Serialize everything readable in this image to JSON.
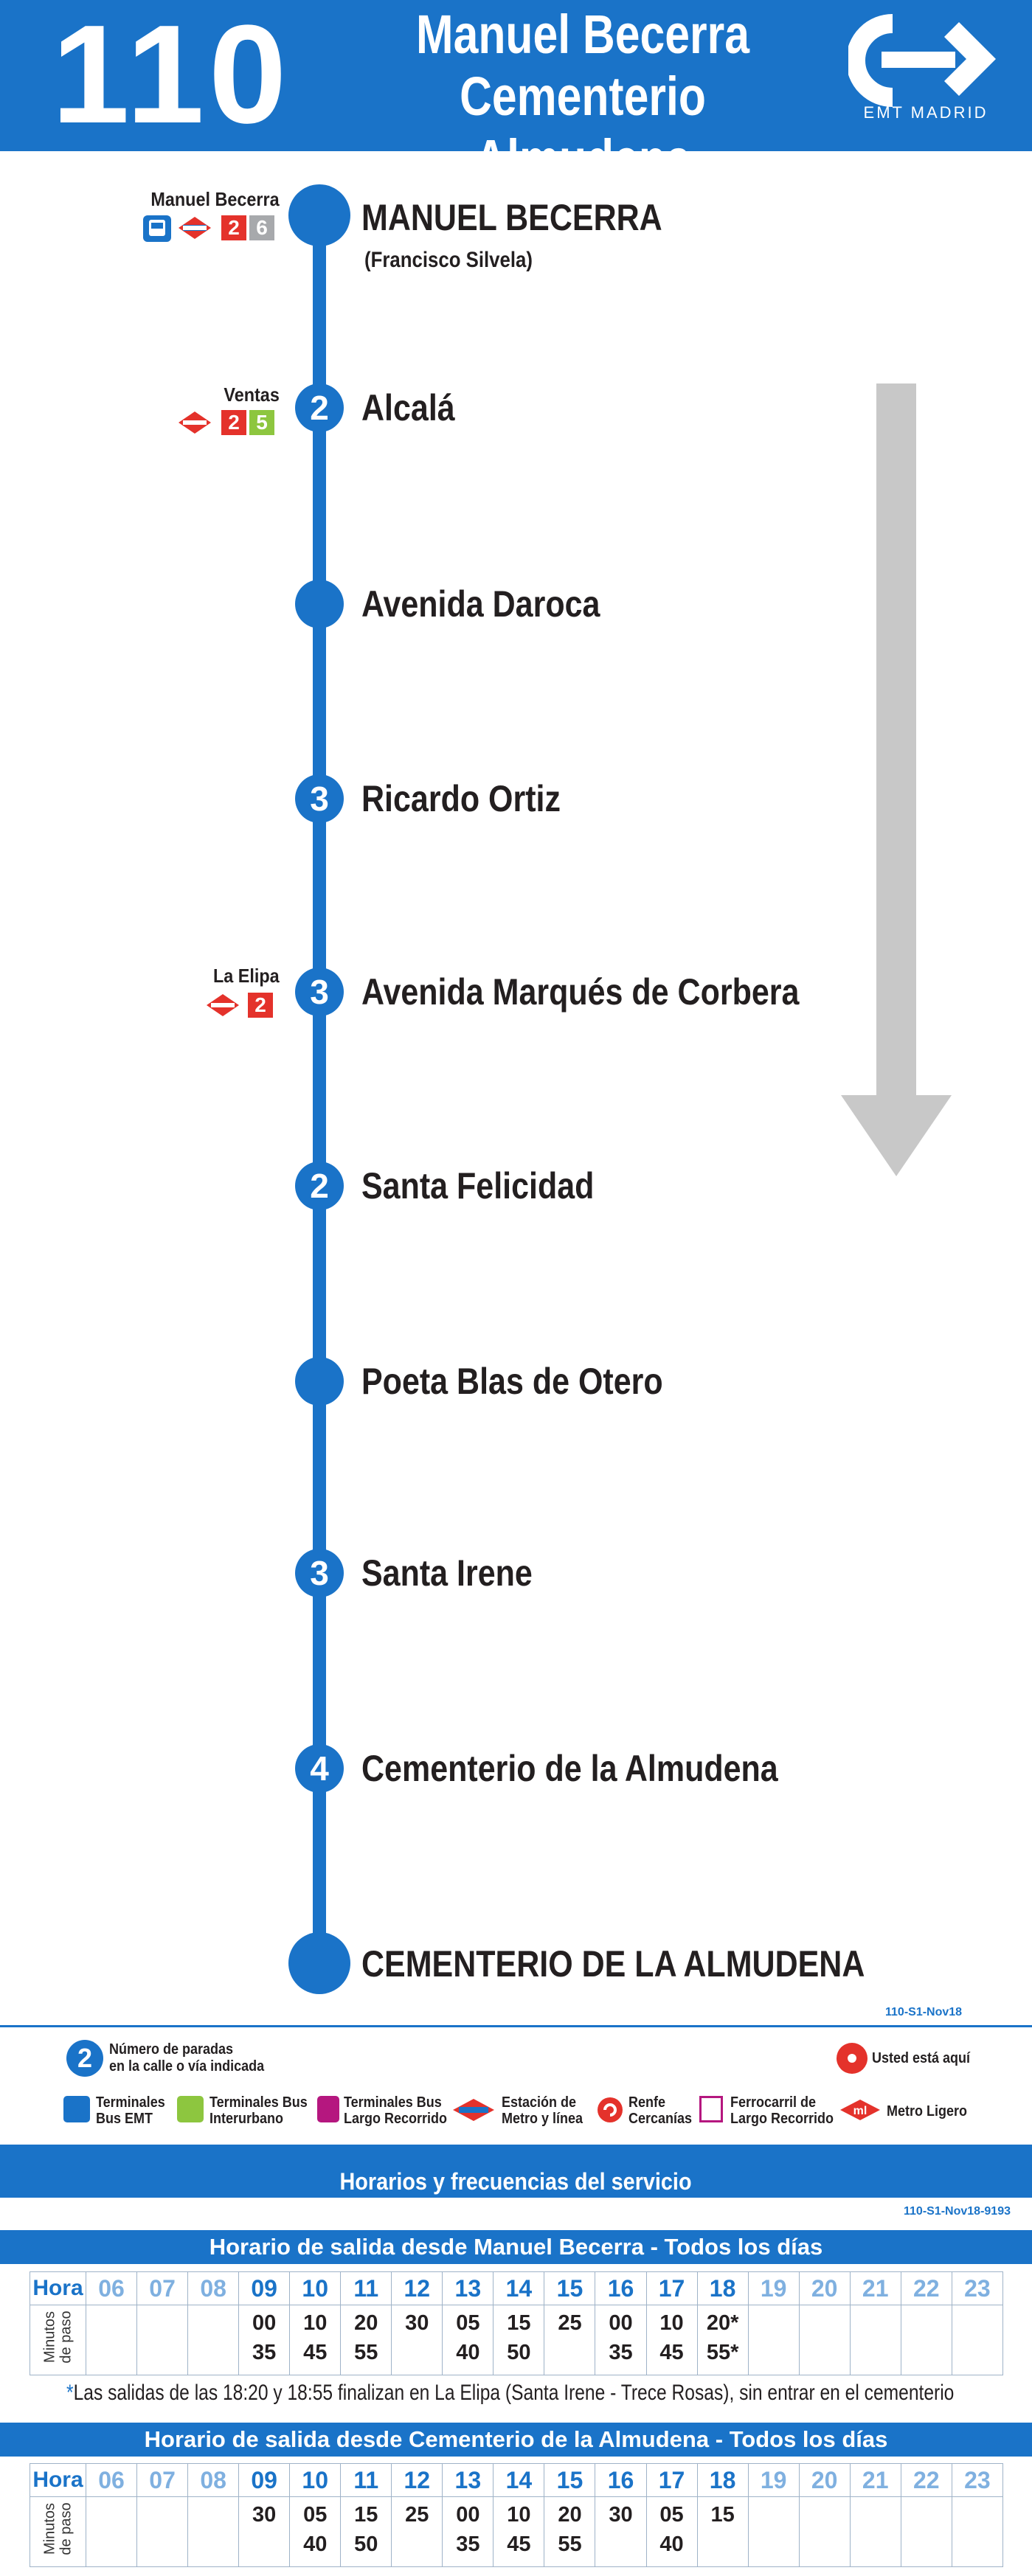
{
  "header": {
    "route_number": "110",
    "line1": "Manuel Becerra",
    "line2": "Cementerio Almudena",
    "brand": "EMT MADRID"
  },
  "stops": [
    {
      "name": "MANUEL BECERRA",
      "sub": "(Francisco Silvela)",
      "count": "",
      "connection": "Manuel Becerra",
      "lines": [
        "2",
        "6"
      ]
    },
    {
      "name": "Alcalá",
      "count": "2",
      "connection": "Ventas",
      "lines": [
        "2",
        "5"
      ]
    },
    {
      "name": "Avenida Daroca",
      "count": ""
    },
    {
      "name": "Ricardo Ortiz",
      "count": "3"
    },
    {
      "name": "Avenida Marqués de Corbera",
      "count": "3",
      "connection": "La Elipa",
      "lines": [
        "2"
      ]
    },
    {
      "name": "Santa Felicidad",
      "count": "2"
    },
    {
      "name": "Poeta Blas de Otero",
      "count": ""
    },
    {
      "name": "Santa Irene",
      "count": "3"
    },
    {
      "name": "Cementerio de la Almudena",
      "count": "4"
    },
    {
      "name": "CEMENTERIO DE LA ALMUDENA",
      "count": ""
    }
  ],
  "codes": {
    "diagram": "110-S1-Nov18",
    "schedule": "110-S1-Nov18-9193"
  },
  "legend": {
    "stops_count_1": "Número de paradas",
    "stops_count_2": "en la calle o vía indicada",
    "stops_count_num": "2",
    "here": "Usted está aquí",
    "emt_1": "Terminales",
    "emt_2": "Bus EMT",
    "inter_1": "Terminales Bus",
    "inter_2": "Interurbano",
    "long_1": "Terminales Bus",
    "long_2": "Largo Recorrido",
    "metro_1": "Estación de",
    "metro_2": "Metro y línea",
    "renfe_1": "Renfe",
    "renfe_2": "Cercanías",
    "rail_1": "Ferrocarril de",
    "rail_2": "Largo Recorrido",
    "light": "Metro Ligero",
    "ml": "ml"
  },
  "schedule": {
    "title": "Horarios y frecuencias del servicio",
    "hour_label": "Hora",
    "minutes_label_1": "Minutos",
    "minutes_label_2": "de paso",
    "hours": [
      "06",
      "07",
      "08",
      "09",
      "10",
      "11",
      "12",
      "13",
      "14",
      "15",
      "16",
      "17",
      "18",
      "19",
      "20",
      "21",
      "22",
      "23"
    ],
    "active_hours": [
      "09",
      "10",
      "11",
      "12",
      "13",
      "14",
      "15",
      "16",
      "17",
      "18"
    ],
    "out": {
      "title": "Horario de salida desde Manuel Becerra - Todos los días",
      "minutes": [
        "",
        "",
        "",
        "00\n35",
        "10\n45",
        "20\n55",
        "30",
        "05\n40",
        "15\n50",
        "25",
        "00\n35",
        "10\n45",
        "20*\n55*",
        "",
        "",
        "",
        "",
        ""
      ]
    },
    "note_asterisk": "*",
    "note": "Las salidas de las 18:20 y 18:55 finalizan en La Elipa (Santa  Irene - Trece Rosas), sin entrar en el cementerio",
    "back": {
      "title": "Horario de salida desde Cementerio de la Almudena - Todos los días",
      "minutes": [
        "",
        "",
        "",
        "30",
        "05\n40",
        "15\n50",
        "25",
        "00\n35",
        "10\n45",
        "20\n55",
        "30",
        "05\n40",
        "15",
        "",
        "",
        "",
        "",
        ""
      ]
    }
  },
  "colors": {
    "brand_blue": "#1a73c8",
    "arrow_grey": "#c8c8c8",
    "metro_red": "#e4322b",
    "line2": "#e4322b",
    "line5": "#8dc63f",
    "line6": "#a7a9ac"
  }
}
